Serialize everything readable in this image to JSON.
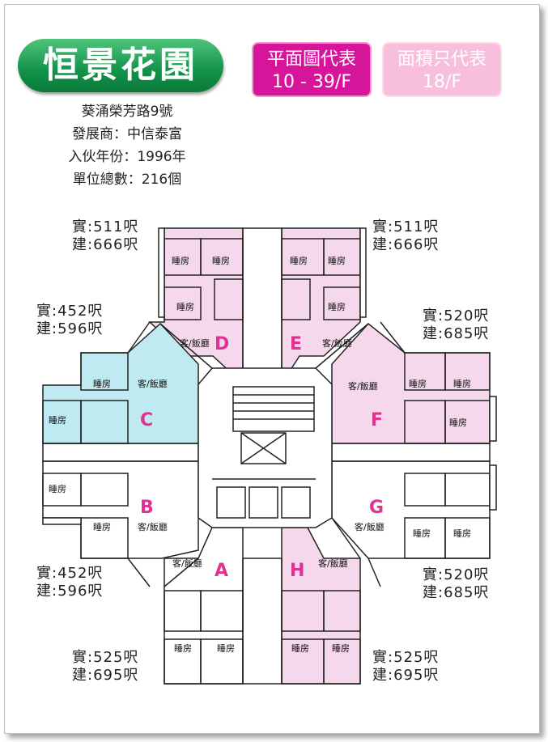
{
  "title": "恒景花園",
  "legend": {
    "plan_title": "平面圖代表",
    "plan_value": "10 - 39/F",
    "area_title": "面積只代表",
    "area_value": "18/F"
  },
  "info": [
    "葵涌榮芳路9號",
    "發展商：中信泰富",
    "入伙年份：1996年",
    "單位總數：216個"
  ],
  "room_labels": {
    "bedroom": "睡房",
    "living": "客/飯廳"
  },
  "units": [
    {
      "letter": "A",
      "saleable": "實:525呎",
      "gross": "建:695呎"
    },
    {
      "letter": "B",
      "saleable": "實:452呎",
      "gross": "建:596呎"
    },
    {
      "letter": "C",
      "saleable": "實:452呎",
      "gross": "建:596呎"
    },
    {
      "letter": "D",
      "saleable": "實:511呎",
      "gross": "建:666呎"
    },
    {
      "letter": "E",
      "saleable": "實:511呎",
      "gross": "建:666呎"
    },
    {
      "letter": "F",
      "saleable": "實:520呎",
      "gross": "建:685呎"
    },
    {
      "letter": "G",
      "saleable": "實:520呎",
      "gross": "建:685呎"
    },
    {
      "letter": "H",
      "saleable": "實:525呎",
      "gross": "建:695呎"
    }
  ],
  "colors": {
    "title_green": "#12924a",
    "legend_magenta": "#d6159a",
    "legend_pink": "#f7bfdc",
    "unit_pink": "#f6d8ec",
    "unit_cyan": "#bfeaf1",
    "letter": "#e0338f"
  }
}
